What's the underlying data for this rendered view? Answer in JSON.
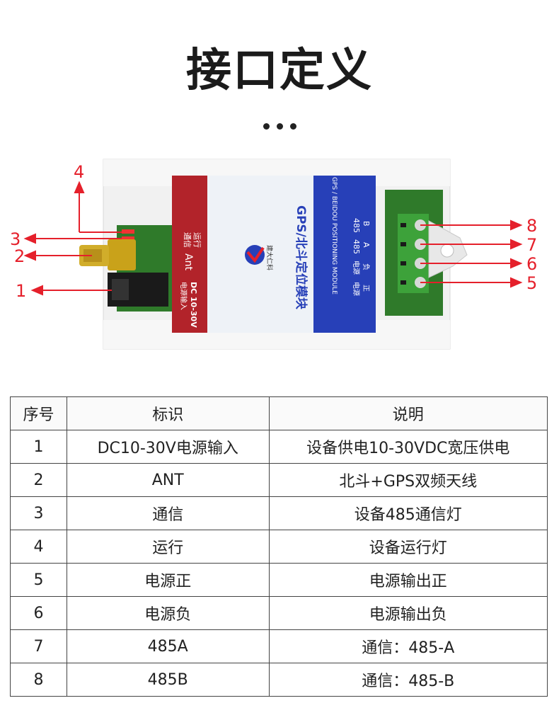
{
  "header": {
    "title": "接口定义"
  },
  "device": {
    "left_labels": {
      "run": "运行",
      "comm": "通信",
      "ant": "Ant",
      "power": "DC 10-30V",
      "power2": "电源输入"
    },
    "center": {
      "brand": "建大仁科",
      "name_cn": "GPS/北斗定位模块",
      "name_en": "GPS / BEIDOU POSITIONING MODULE"
    },
    "right_labels": {
      "r485": "485",
      "b": "B",
      "a": "A",
      "neg1": "电源",
      "neg2": "负",
      "pos1": "电源",
      "pos2": "正"
    },
    "callouts": [
      "4",
      "3",
      "2",
      "1",
      "8",
      "7",
      "6",
      "5"
    ]
  },
  "table": {
    "headers": [
      "序号",
      "标识",
      "说明"
    ],
    "rows": [
      [
        "1",
        "DC10-30V电源输入",
        "设备供电10-30VDC宽压供电"
      ],
      [
        "2",
        "ANT",
        "北斗+GPS双频天线"
      ],
      [
        "3",
        "通信",
        "设备485通信灯"
      ],
      [
        "4",
        "运行",
        "设备运行灯"
      ],
      [
        "5",
        "电源正",
        "电源输出正"
      ],
      [
        "6",
        "电源负",
        "电源输出负"
      ],
      [
        "7",
        "485A",
        "通信：485-A"
      ],
      [
        "8",
        "485B",
        "通信：485-B"
      ]
    ]
  },
  "colors": {
    "red_panel": "#b2232a",
    "blue_panel": "#2740b8",
    "green_pcb": "#2f7a2a",
    "callout": "#e5202b"
  }
}
